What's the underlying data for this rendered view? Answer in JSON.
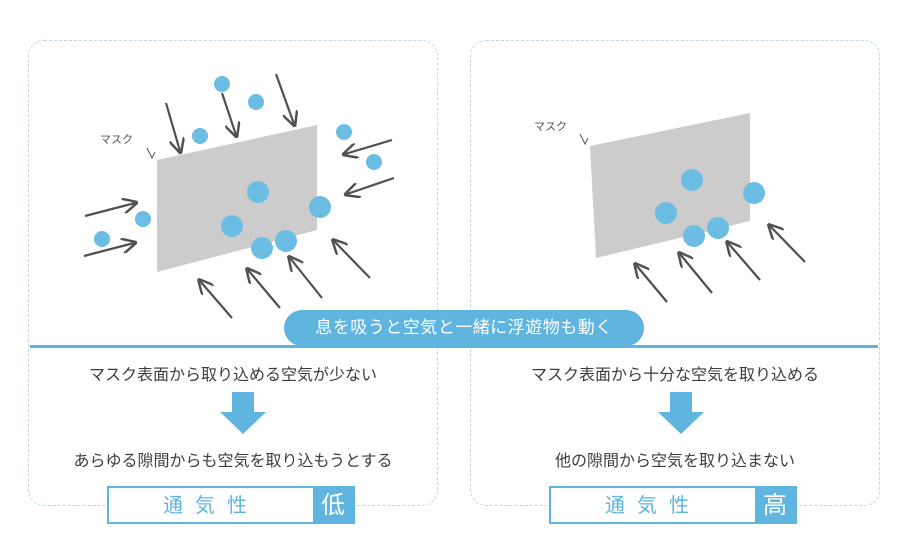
{
  "colors": {
    "accent": "#5fb4e0",
    "particle": "#6cbde3",
    "mask": "#cccccc",
    "arrow": "#505050",
    "border": "#b9dbe9"
  },
  "banner": {
    "text": "息を吸うと空気と一緒に浮遊物も動く"
  },
  "left": {
    "mask_label": "マスク",
    "line1": "マスク表面から取り込める空気が少ない",
    "line2": "あらゆる隙間からも空気を取り込もうとする",
    "rating_label": "通気性",
    "rating_level": "低"
  },
  "right": {
    "mask_label": "マスク",
    "line1": "マスク表面から十分な空気を取り込める",
    "line2": "他の隙間から空気を取り込まない",
    "rating_label": "通気性",
    "rating_level": "高"
  }
}
